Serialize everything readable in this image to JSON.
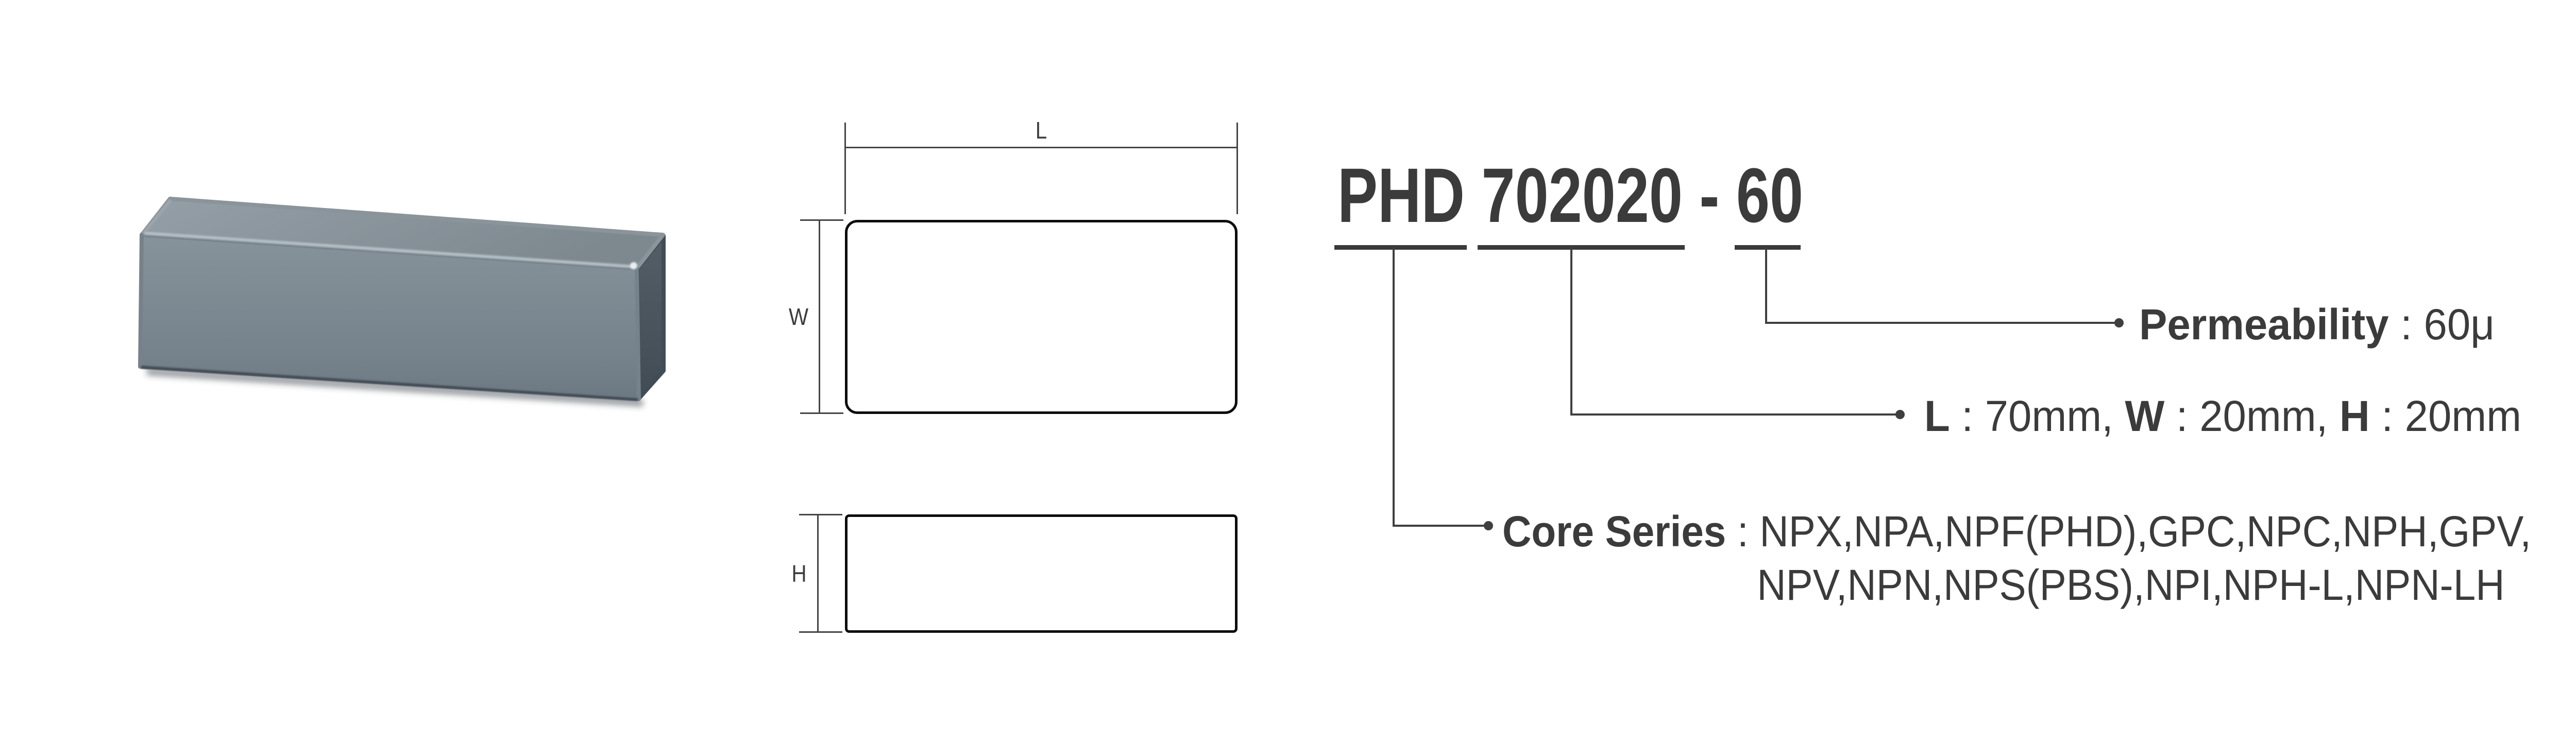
{
  "title": {
    "part_number": "PHD 702020 - 60"
  },
  "drawing": {
    "length_label": "L",
    "width_label": "W",
    "height_label": "H"
  },
  "specs": {
    "sep": " : ",
    "dim_sep": ", ",
    "permeability_label": "Permeability",
    "permeability_value": "60μ",
    "dim_l_label": "L",
    "dim_l_value": "70mm",
    "dim_w_label": "W",
    "dim_w_value": "20mm",
    "dim_h_label": "H",
    "dim_h_value": "20mm",
    "core_series_label": "Core Series",
    "core_series_line1": "NPX,NPA,NPF(PHD),GPC,NPC,NPH,GPV,",
    "core_series_line2": "NPV,NPN,NPS(PBS),NPI,NPH-L,NPN-LH"
  },
  "colors": {
    "block_top_light": "#949ea6",
    "block_top_dark": "#7f8991",
    "block_front_light": "#87939b",
    "block_front_dark": "#6d7982",
    "block_side_light": "#535e66",
    "block_side_dark": "#414c54",
    "outline": "#0d0d0d",
    "line": "#3f3f3f",
    "text": "#3b3b3b"
  }
}
